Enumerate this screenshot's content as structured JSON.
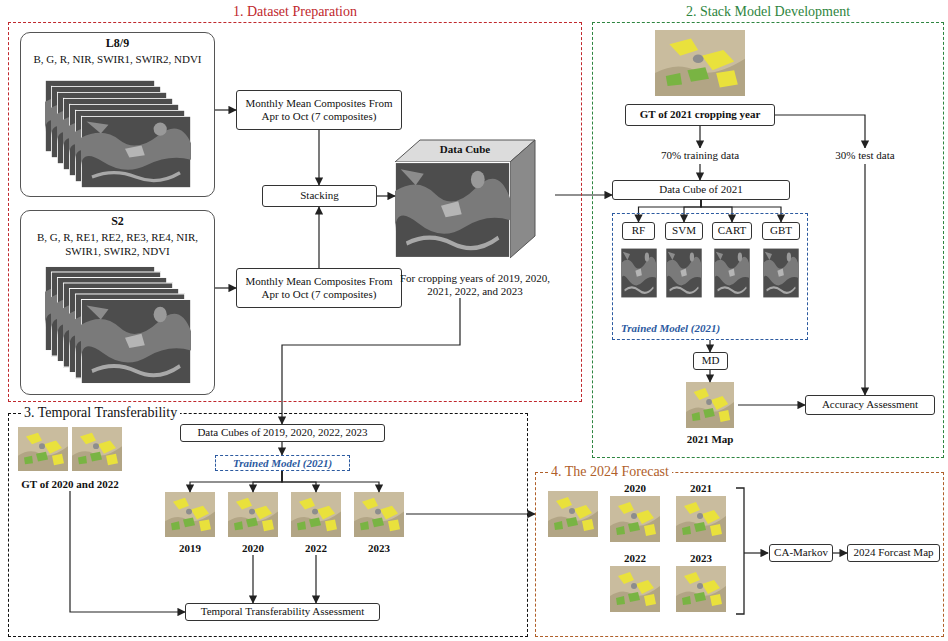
{
  "diagram": {
    "nodes": [
      {
        "text": [
          "1. Dataset Preparation"
        ]
      },
      {
        "text": [
          "L8/9",
          "B, G, R, NIR, SWIR1, SWIR2, NDVI"
        ],
        "in": 0
      },
      {
        "text": [
          "Monthly Mean Composites From Apr to Oct (7 composites)"
        ],
        "in": 0
      },
      {
        "text": [
          "Stacking"
        ],
        "in": 0
      },
      {
        "text": [
          "S2",
          "B, G, R, RE1, RE2, RE3, RE4, NIR, SWIR1, SWIR2, NDVI"
        ],
        "in": 0
      },
      {
        "text": [
          "Monthly Mean Composites From Apr to Oct (7 composites)"
        ],
        "in": 0
      },
      {
        "text": [
          "Data Cube",
          "For cropping years of 2019, 2020, 2021, 2022, and 2023"
        ],
        "in": 0
      },
      {
        "text": [
          "2. Stack Model Development"
        ]
      },
      {
        "text": [
          "GT of 2021 cropping year"
        ],
        "in": 7
      },
      {
        "text": [
          "70% training data"
        ],
        "in": 7
      },
      {
        "text": [
          "30% test data"
        ],
        "in": 7
      },
      {
        "text": [
          "Data Cube of 2021"
        ],
        "in": 7
      },
      {
        "text": [
          "Trained Model (2021)"
        ],
        "in": 7
      },
      {
        "text": [
          "RF"
        ],
        "in": 12
      },
      {
        "text": [
          "SVM"
        ],
        "in": 12
      },
      {
        "text": [
          "CART"
        ],
        "in": 12
      },
      {
        "text": [
          "GBT"
        ],
        "in": 12
      },
      {
        "text": [
          "MD"
        ],
        "in": 7
      },
      {
        "text": [
          "2021 Map"
        ],
        "in": 7
      },
      {
        "text": [
          "Accuracy Assessment"
        ],
        "in": 7
      },
      {
        "text": [
          "3. Temporal Transferability"
        ]
      },
      {
        "text": [
          "GT of 2020 and 2022"
        ],
        "in": 20
      },
      {
        "text": [
          "Data Cubes of 2019, 2020, 2022, 2023"
        ],
        "in": 20
      },
      {
        "text": [
          "Trained Model (2021)"
        ],
        "in": 20
      },
      {
        "text": [
          "2019"
        ],
        "in": 20
      },
      {
        "text": [
          "2020"
        ],
        "in": 20
      },
      {
        "text": [
          "2022"
        ],
        "in": 20
      },
      {
        "text": [
          "2023"
        ],
        "in": 20
      },
      {
        "text": [
          "Temporal Transferability Assessment"
        ],
        "in": 20
      },
      {
        "text": [
          "4. The 2024 Forecast"
        ]
      },
      {
        "text": [
          "2020"
        ],
        "in": 29
      },
      {
        "text": [
          "2021"
        ],
        "in": 29
      },
      {
        "text": [
          "2022"
        ],
        "in": 29
      },
      {
        "text": [
          "2023"
        ],
        "in": 29
      },
      {
        "text": [
          "CA-Markov"
        ],
        "in": 29
      },
      {
        "text": [
          "2024 Forcast Map"
        ],
        "in": 29
      }
    ],
    "edges": [
      {
        "from": 1,
        "to": 2,
        "arrow": "to"
      },
      {
        "from": 4,
        "to": 5,
        "arrow": "to"
      },
      {
        "from": 2,
        "to": 3,
        "arrow": "to"
      },
      {
        "from": 5,
        "to": 3,
        "arrow": "to"
      },
      {
        "from": 3,
        "to": 6,
        "arrow": "to"
      },
      {
        "from": 6,
        "to": 11,
        "arrow": "to"
      },
      {
        "from": 8,
        "to": 9,
        "arrow": "to"
      },
      {
        "from": 8,
        "to": 10,
        "arrow": "to"
      },
      {
        "from": 9,
        "to": 11,
        "arrow": "to"
      },
      {
        "from": 11,
        "to": 13,
        "arrow": "to"
      },
      {
        "from": 11,
        "to": 14,
        "arrow": "to"
      },
      {
        "from": 11,
        "to": 15,
        "arrow": "to"
      },
      {
        "from": 11,
        "to": 16,
        "arrow": "to"
      },
      {
        "from": 12,
        "to": 17,
        "arrow": "to"
      },
      {
        "from": 17,
        "to": 18,
        "arrow": "to"
      },
      {
        "from": 18,
        "to": 19,
        "arrow": "to"
      },
      {
        "from": 10,
        "to": 19,
        "arrow": "to"
      },
      {
        "from": 6,
        "to": 22,
        "arrow": "to"
      },
      {
        "from": 22,
        "to": 23,
        "arrow": "to"
      },
      {
        "from": 23,
        "to": 24,
        "arrow": "to"
      },
      {
        "from": 23,
        "to": 25,
        "arrow": "to"
      },
      {
        "from": 23,
        "to": 26,
        "arrow": "to"
      },
      {
        "from": 23,
        "to": 27,
        "arrow": "to"
      },
      {
        "from": 21,
        "to": 28,
        "arrow": "to"
      },
      {
        "from": 25,
        "to": 28,
        "arrow": "to"
      },
      {
        "from": 26,
        "to": 28,
        "arrow": "to"
      },
      {
        "from": 27,
        "to": 29,
        "arrow": "to"
      },
      {
        "from": 34,
        "to": 35,
        "arrow": "to"
      }
    ]
  }
}
